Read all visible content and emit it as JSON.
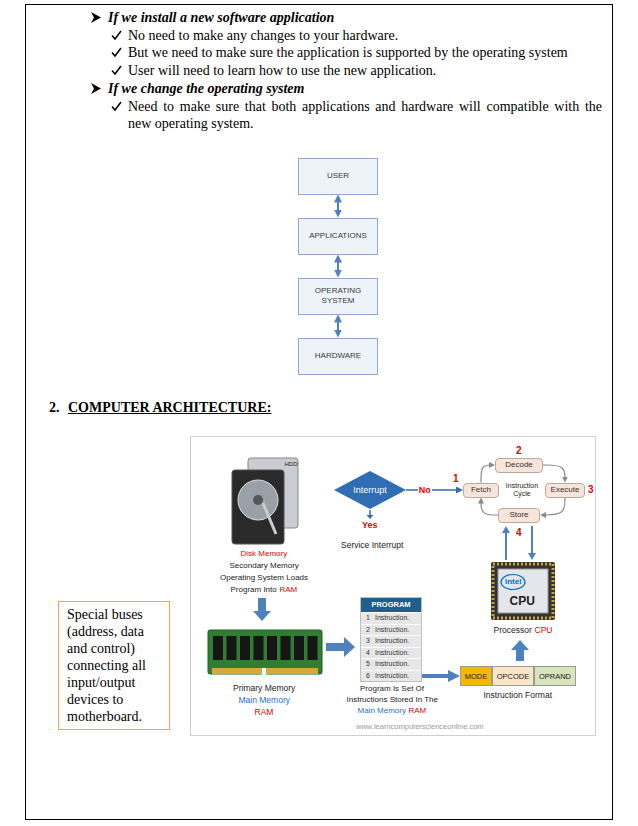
{
  "diagram": {
    "nodes": [
      {
        "text": [
          "USER"
        ]
      },
      {
        "text": [
          "APPLICATIONS"
        ]
      },
      {
        "text": [
          "OPERATING SYSTEM"
        ]
      },
      {
        "text": [
          "HARDWARE"
        ]
      },
      {
        "text": [
          "Interrupt"
        ]
      },
      {
        "text": [
          "Decode"
        ]
      },
      {
        "text": [
          "Fetch"
        ]
      },
      {
        "text": [
          "Execute"
        ]
      },
      {
        "text": [
          "Store"
        ]
      },
      {
        "text": [
          "PROGRAM",
          "1",
          "Instruction.",
          "2",
          "Instruction.",
          "3",
          "Instruction.",
          "4",
          "Instruction.",
          "5",
          "Instruction.",
          "6",
          "Instruction."
        ]
      },
      {
        "text": [
          "MODE"
        ]
      },
      {
        "text": [
          "OPCODE"
        ]
      },
      {
        "text": [
          "OPRAND"
        ]
      },
      {
        "text": [
          "Special buses (address, data and control) connecting all input/output devices to motherboard."
        ]
      }
    ],
    "edges": [
      {
        "from": 0,
        "to": 1,
        "arrow": "both"
      },
      {
        "from": 1,
        "to": 2,
        "arrow": "both"
      },
      {
        "from": 2,
        "to": 3,
        "arrow": "both"
      },
      {
        "from": 4,
        "to": 6,
        "label": "No",
        "arrow": "to"
      },
      {
        "from": 6,
        "to": 5,
        "arrow": "to"
      },
      {
        "from": 5,
        "to": 7,
        "arrow": "to"
      },
      {
        "from": 7,
        "to": 8,
        "arrow": "to"
      },
      {
        "from": 8,
        "to": 6,
        "arrow": "to"
      },
      {
        "from": 9,
        "to": 10,
        "arrow": "to"
      }
    ],
    "labels": [
      "If we install a new software application",
      "No need to make any changes to your hardware.",
      "But we need to make sure the application is supported by the operating system",
      "User will need to learn how to use the new application.",
      "If we change the operating system",
      "Need to make sure that both applications and hardware will compatible with the new operating system.",
      "2.",
      "COMPUTER ARCHITECTURE:",
      "HDD",
      "2",
      "1",
      "3",
      "4",
      "Instruction Cycle",
      "Yes",
      "Service Interrupt",
      "Disk Memory",
      "Secondary Memory",
      "Operating System Loads",
      "Program Into",
      "RAM",
      "intel",
      "CPU",
      "Processor",
      "CPU",
      "Primary Memory",
      "Main Memory",
      "RAM",
      "Program Is Set Of",
      "Instructions Stored In The",
      "Main Memory",
      "RAM",
      "Instruction Format",
      "www.learncomputerscienceonline.com"
    ]
  }
}
